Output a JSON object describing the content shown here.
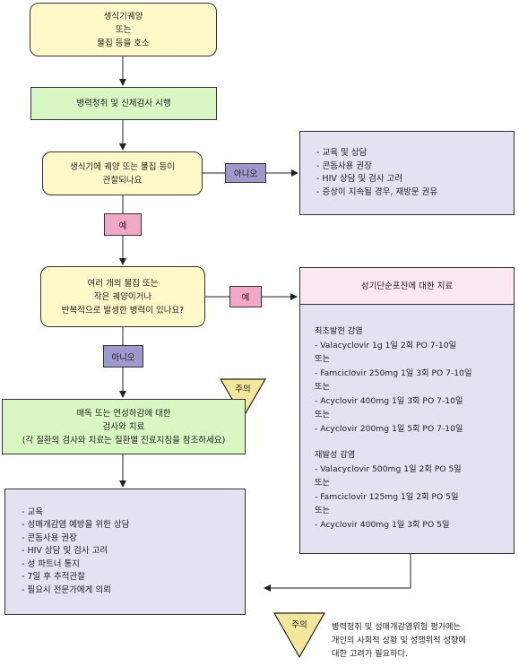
{
  "start": {
    "line1": "생식기궤양",
    "line2": "또는",
    "line3": "물집 등을 호소"
  },
  "step2": {
    "label": "병력청취 및 신체검사 시행"
  },
  "decision1": {
    "line1": "생식기에 궤양 또는 물집 등이",
    "line2": "관찰되나요"
  },
  "decision1_no": "아니오",
  "decision1_yes": "예",
  "no_box": {
    "items": [
      "- 교육 및 상담",
      "- 콘돔사용 권장",
      "- HIV 상담 및 검사 고려",
      "- 증상이 지속될 경우, 재방문 권유"
    ]
  },
  "decision2": {
    "line1": "여러 개의 물집 또는",
    "line2": "작은 궤양이거나",
    "line3": "반복적으로 발생한 병력이 있나요?"
  },
  "decision2_yes": "예",
  "decision2_no": "아니오",
  "herpes": {
    "header": "성기단순포진에 대한 치료",
    "initial_title": "최초발현 감염",
    "initial": [
      "- Valacyclovir 1g 1일 2회 PO 7-10일",
      "또는",
      "- Famciclovir 250mg 1일 3회 PO 7-10일",
      "또는",
      "- Acyclovir 400mg 1일 3회 PO 7-10일",
      "또는",
      "- Acyclovir 200mg 1일 5회 PO 7-10일"
    ],
    "recur_title": "재발성 감염",
    "recur": [
      "- Valacyclovir 500mg 1일 2회 PO 5일",
      "또는",
      "- Famciclovir 125mg 1일 2회 PO 5일",
      "또는",
      "- Acyclovir 400mg 1일 3회 PO 5일"
    ]
  },
  "caution_label": "주의",
  "evaluate": {
    "line1": "매독 또는 연성하감에 대한",
    "line2": "검사와 치료",
    "line3": "(각 질환의 검사와 치료는 질환별 진료지침을 참조하세요)"
  },
  "final_box": {
    "items": [
      "- 교육",
      "- 성매개감염 예방을 위한 상담",
      "- 콘돔사용 권장",
      "- HIV 상담 및 검사 고려",
      "- 성 파트너 통지",
      "- 7일 후 추적관찰",
      "- 필요시 전문가에게 의뢰"
    ]
  },
  "note": {
    "label": "주의",
    "line1": "병력청취 및 성매개감염위험 평가에는",
    "line2": "개인의 사회적 상황 및 성행위적 성향에",
    "line3": "대한 고려가 필요하다."
  },
  "colors": {
    "yellow": "#fff8c8",
    "green": "#d9f7c2",
    "lavender": "#e4e1f1",
    "pink": "#f4a8c8",
    "purple": "#9f98cc",
    "caution": "#f2e79a"
  }
}
